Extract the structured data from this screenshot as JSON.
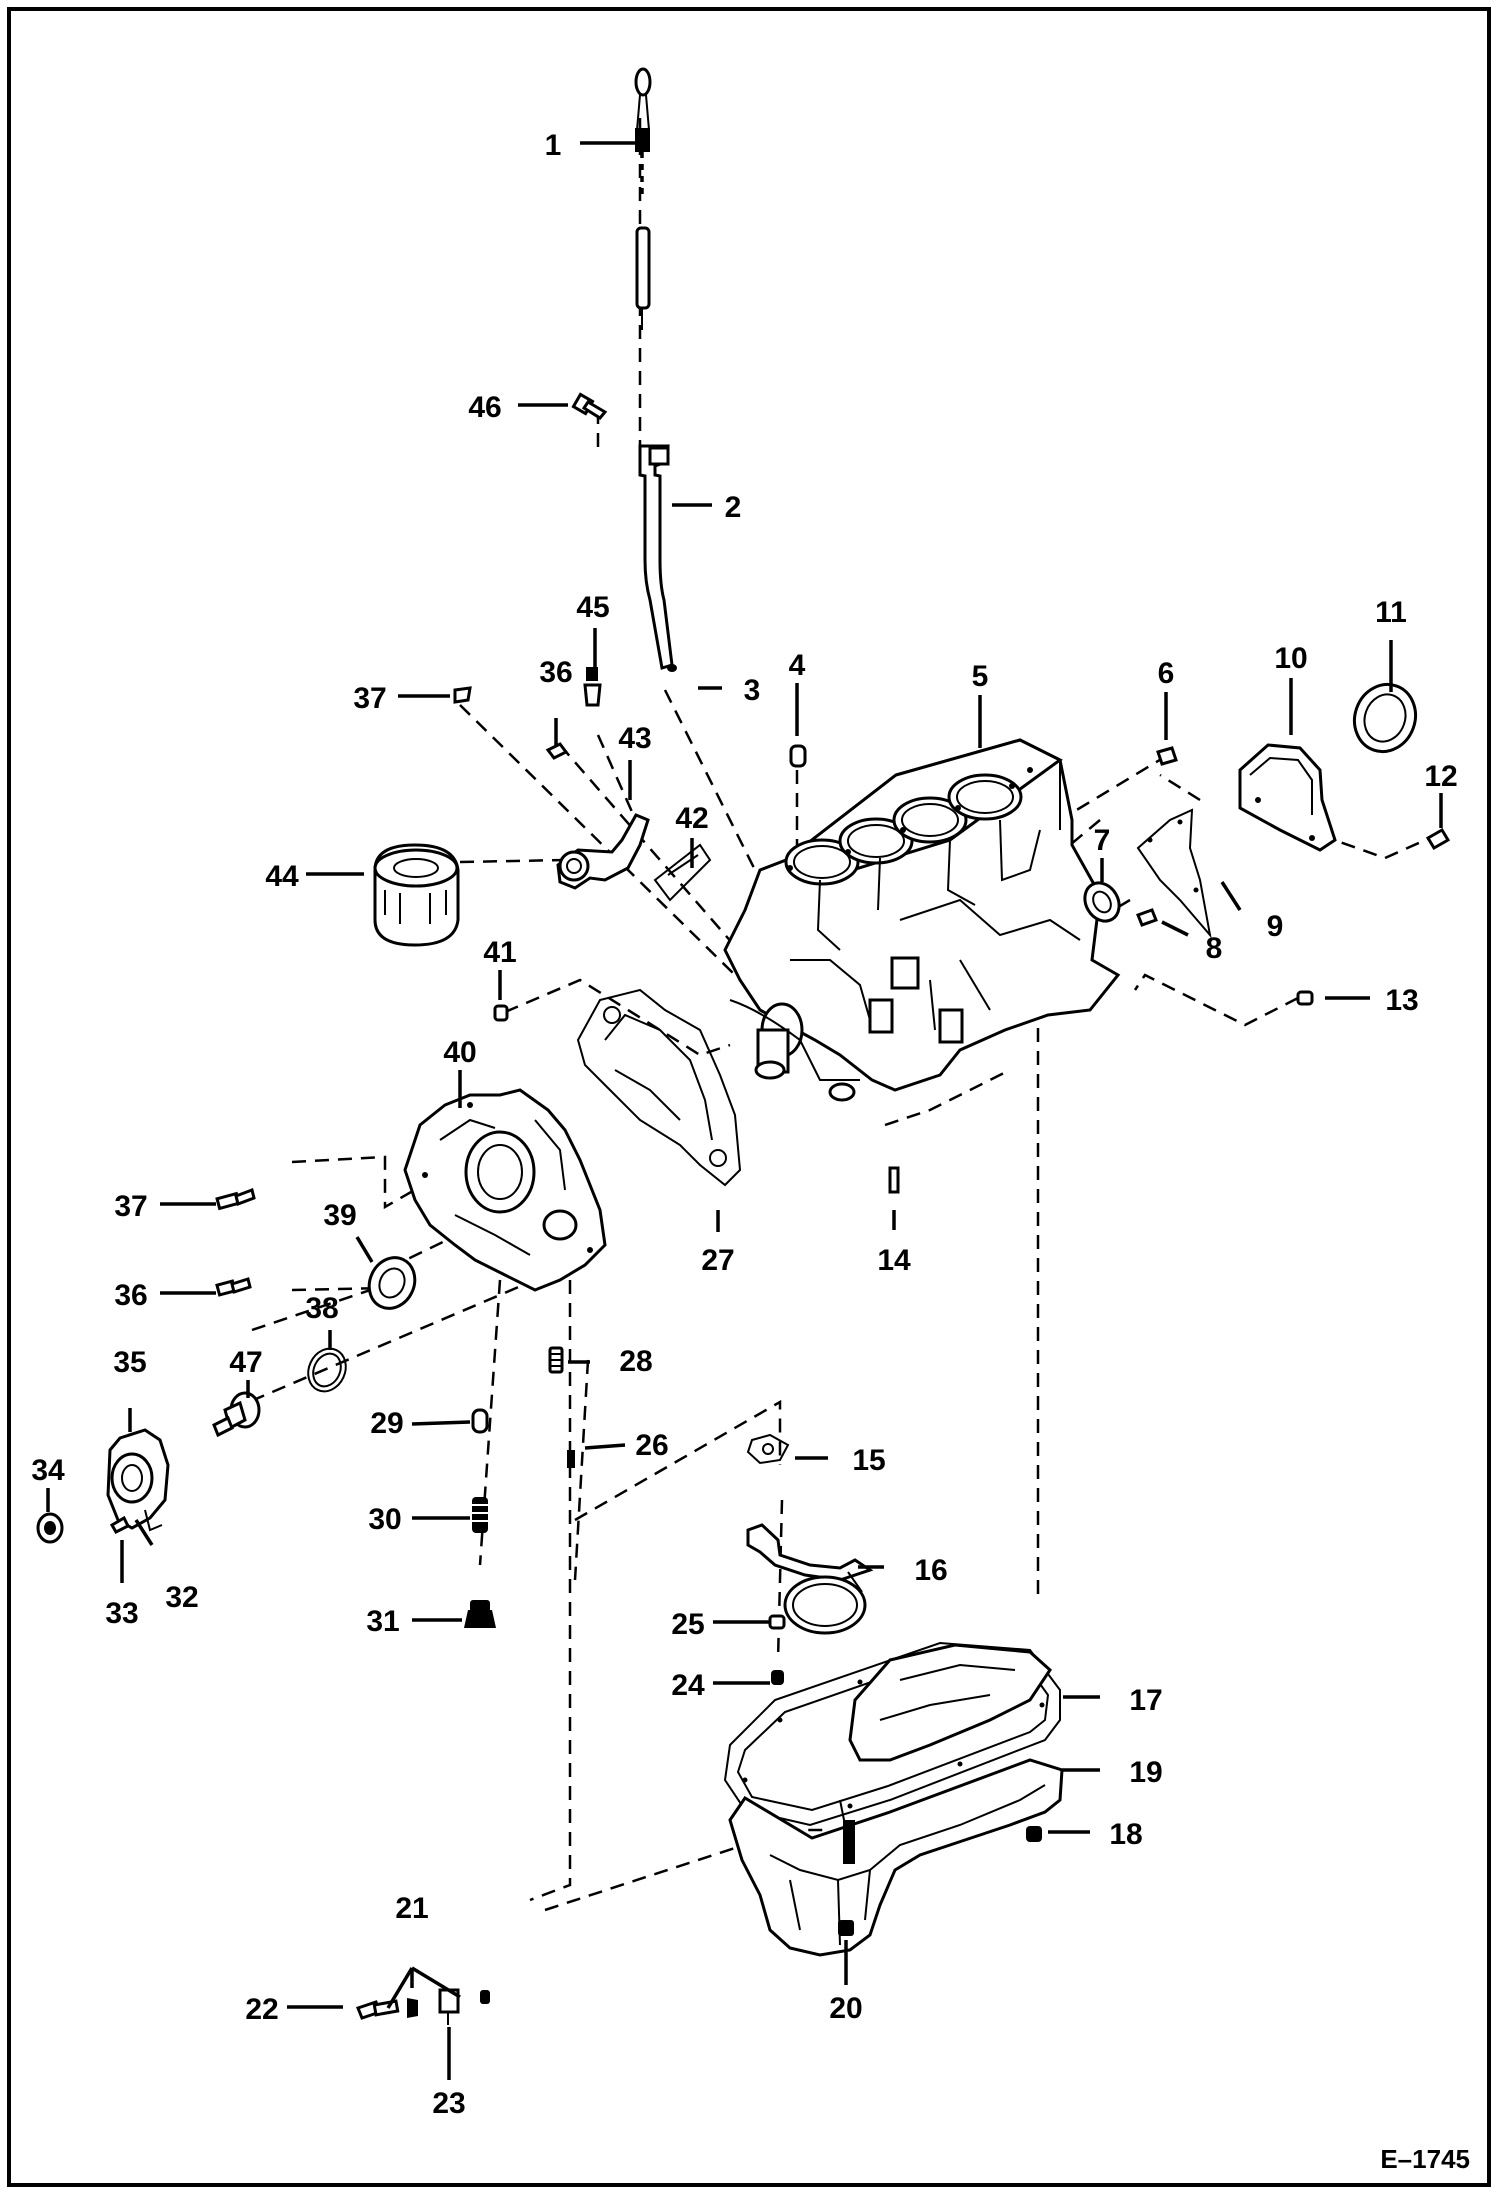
{
  "diagram": {
    "callouts": [
      {
        "id": "c1",
        "text": "1"
      },
      {
        "id": "c2",
        "text": "2"
      },
      {
        "id": "c3",
        "text": "3"
      },
      {
        "id": "c4",
        "text": "4"
      },
      {
        "id": "c5",
        "text": "5"
      },
      {
        "id": "c6",
        "text": "6"
      },
      {
        "id": "c7",
        "text": "7"
      },
      {
        "id": "c8",
        "text": "8"
      },
      {
        "id": "c9",
        "text": "9"
      },
      {
        "id": "c10",
        "text": "10"
      },
      {
        "id": "c11",
        "text": "11"
      },
      {
        "id": "c12",
        "text": "12"
      },
      {
        "id": "c13",
        "text": "13"
      },
      {
        "id": "c14",
        "text": "14"
      },
      {
        "id": "c15",
        "text": "15"
      },
      {
        "id": "c16",
        "text": "16"
      },
      {
        "id": "c17",
        "text": "17"
      },
      {
        "id": "c18",
        "text": "18"
      },
      {
        "id": "c19",
        "text": "19"
      },
      {
        "id": "c20",
        "text": "20"
      },
      {
        "id": "c21",
        "text": "21"
      },
      {
        "id": "c22",
        "text": "22"
      },
      {
        "id": "c23",
        "text": "23"
      },
      {
        "id": "c24",
        "text": "24"
      },
      {
        "id": "c25",
        "text": "25"
      },
      {
        "id": "c26",
        "text": "26"
      },
      {
        "id": "c27",
        "text": "27"
      },
      {
        "id": "c28",
        "text": "28"
      },
      {
        "id": "c29",
        "text": "29"
      },
      {
        "id": "c30",
        "text": "30"
      },
      {
        "id": "c31",
        "text": "31"
      },
      {
        "id": "c32",
        "text": "32"
      },
      {
        "id": "c33",
        "text": "33"
      },
      {
        "id": "c34",
        "text": "34"
      },
      {
        "id": "c35",
        "text": "35"
      },
      {
        "id": "c36a",
        "text": "36"
      },
      {
        "id": "c36b",
        "text": "36"
      },
      {
        "id": "c37a",
        "text": "37"
      },
      {
        "id": "c37b",
        "text": "37"
      },
      {
        "id": "c38",
        "text": "38"
      },
      {
        "id": "c39",
        "text": "39"
      },
      {
        "id": "c40",
        "text": "40"
      },
      {
        "id": "c41",
        "text": "41"
      },
      {
        "id": "c42",
        "text": "42"
      },
      {
        "id": "c43",
        "text": "43"
      },
      {
        "id": "c44",
        "text": "44"
      },
      {
        "id": "c45",
        "text": "45"
      },
      {
        "id": "c46",
        "text": "46"
      },
      {
        "id": "c47",
        "text": "47"
      }
    ],
    "figure_code": "E–1745"
  }
}
